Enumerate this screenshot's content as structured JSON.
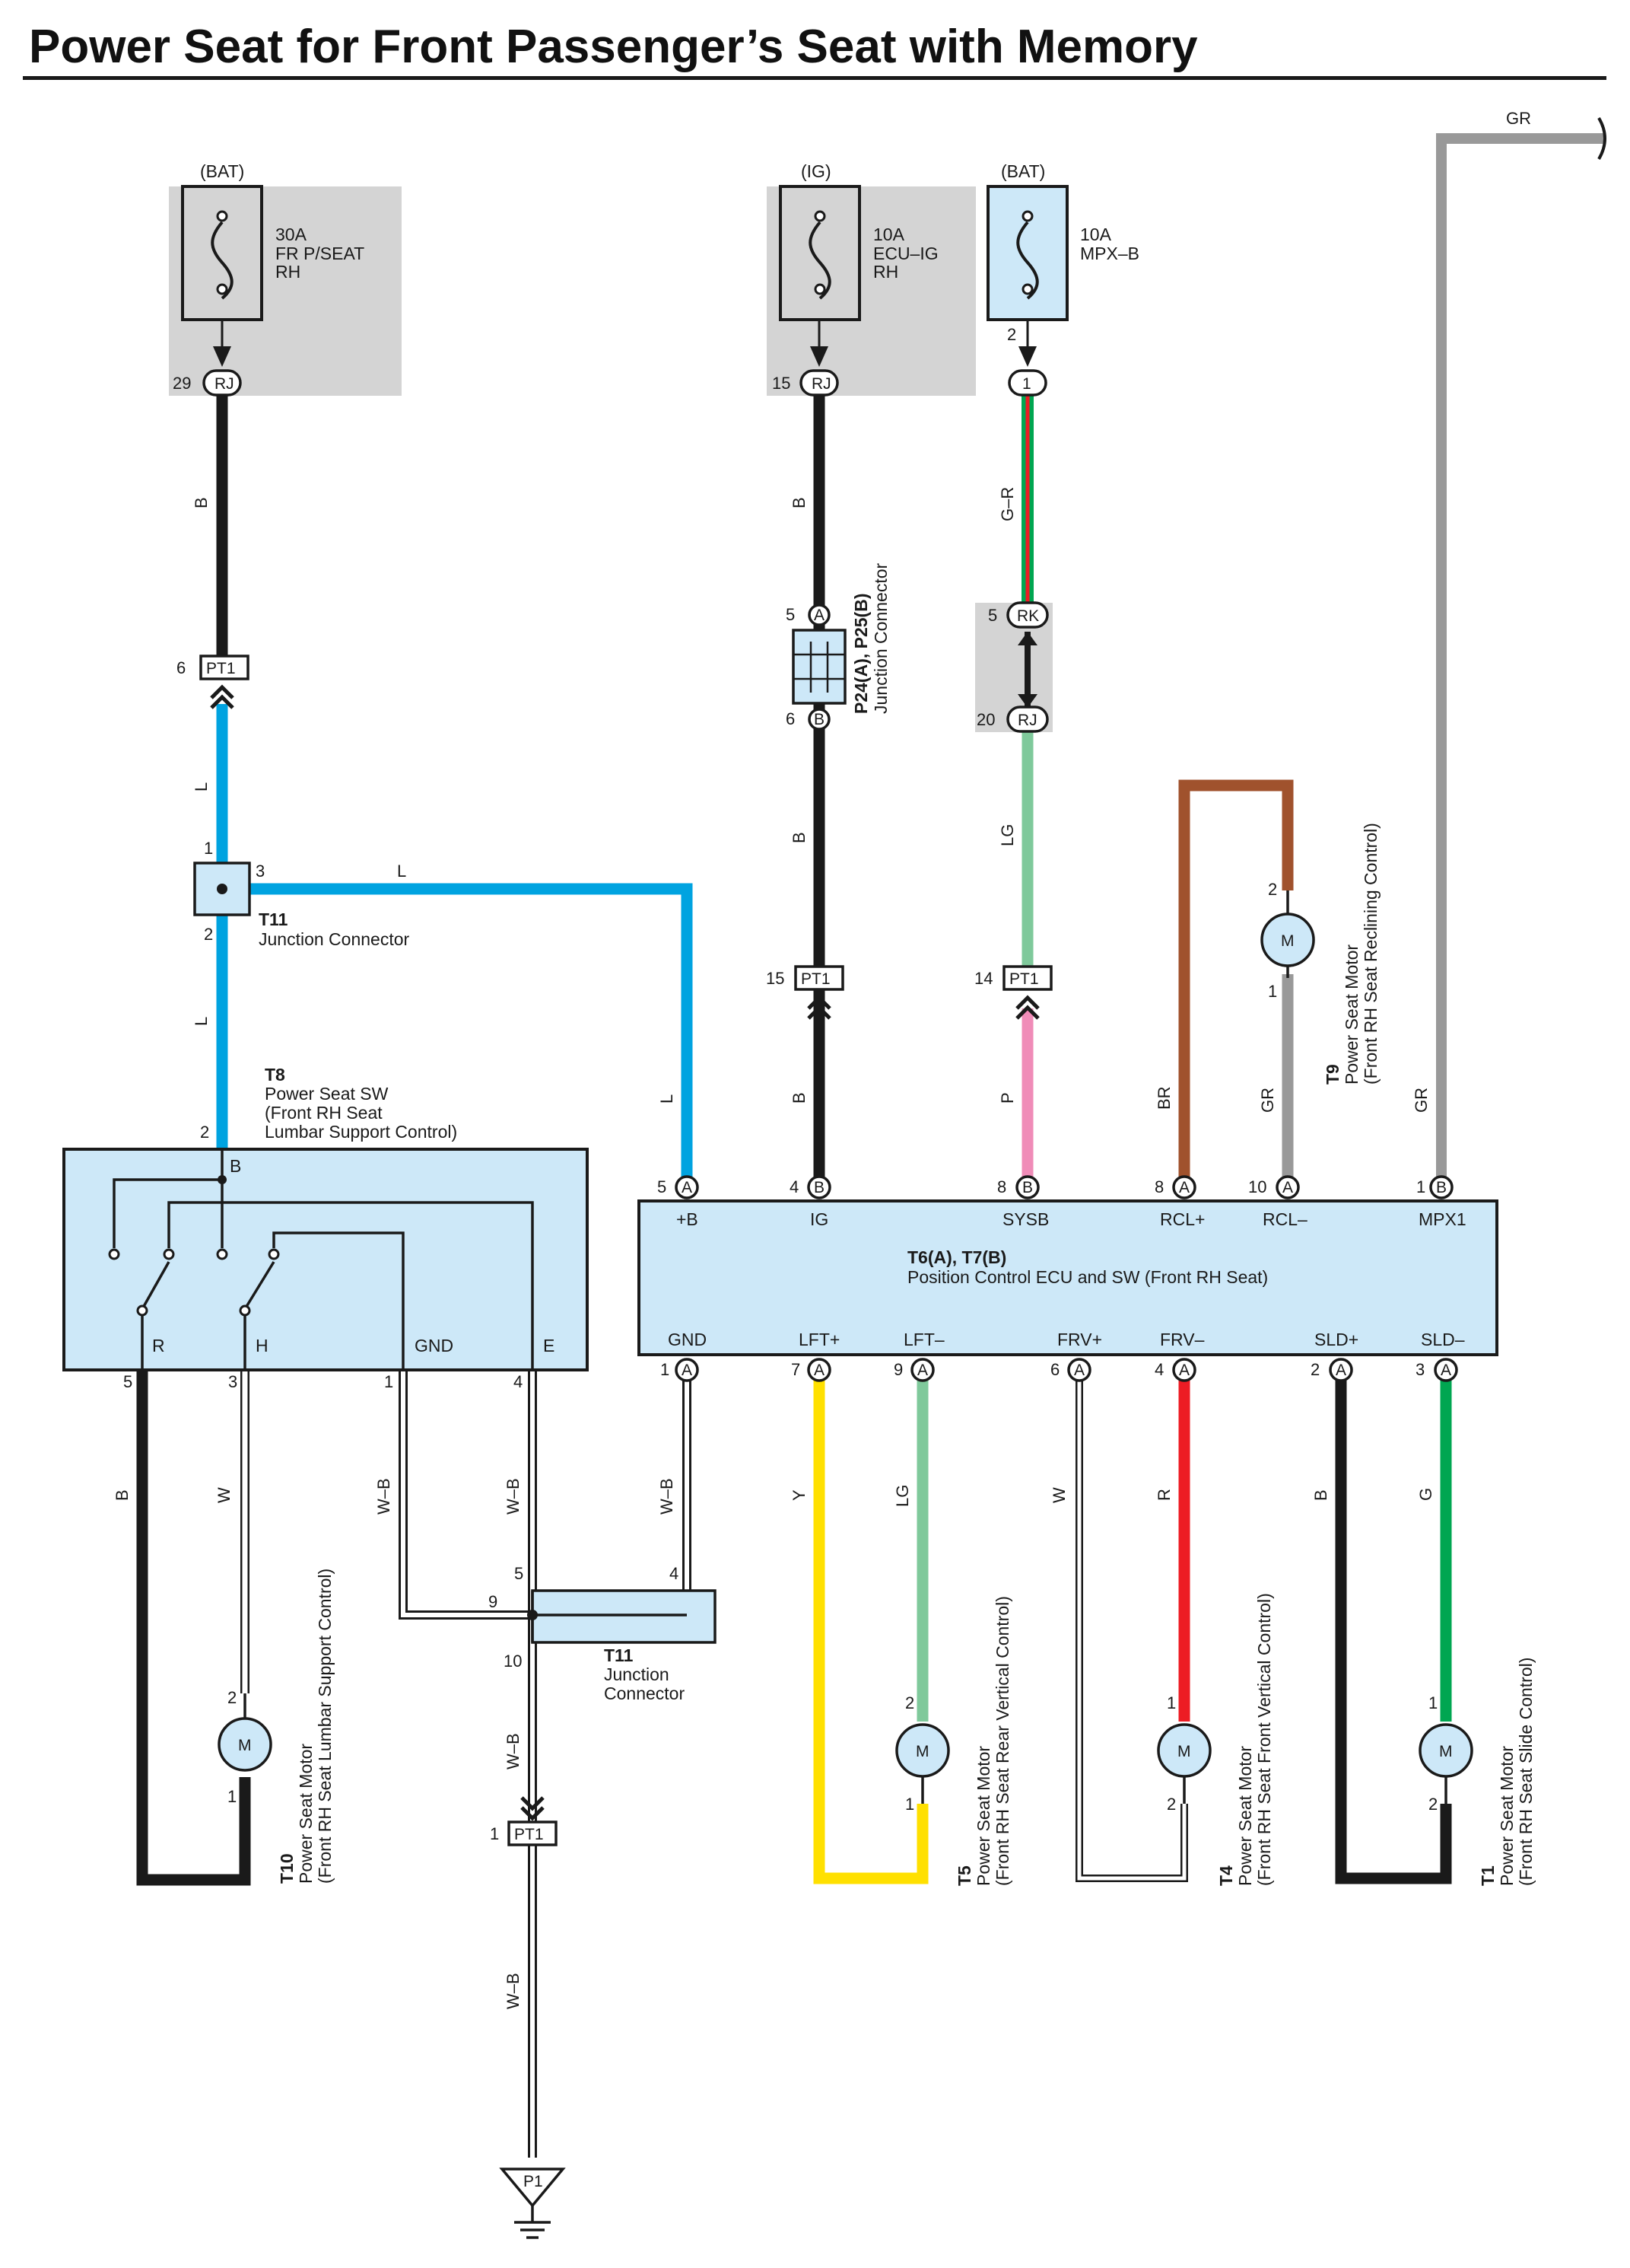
{
  "title": "Power Seat for Front Passenger’s Seat with Memory",
  "colors": {
    "connector_fill": "#cde8f8",
    "shade": "#d4d4d4",
    "wire_B": "#1a1a1a",
    "wire_L": "#00a3e0",
    "wire_GR": "#999999",
    "wire_BR": "#a0522d",
    "wire_G": "#00a651",
    "wire_R": "#ed1c24",
    "wire_Y": "#ffe000",
    "wire_LG": "#7fc99b",
    "wire_P": "#f08cb8",
    "wire_W": "#ffffff"
  },
  "fuses": [
    {
      "source": "(BAT)",
      "rating": "30A",
      "line2": "FR P/SEAT",
      "line3": "RH",
      "pin": "29",
      "connector": "RJ"
    },
    {
      "source": "(IG)",
      "rating": "10A",
      "line2": "ECU–IG",
      "line3": "RH",
      "pin": "15",
      "connector": "RJ"
    },
    {
      "source": "(BAT)",
      "rating": "10A",
      "line2": "MPX–B",
      "line3": "",
      "pin": "2",
      "connector": "1"
    }
  ],
  "connectors": {
    "pt1": "PT1",
    "pin_6": "6",
    "pin_15": "15",
    "pin_14": "14",
    "pin_1": "1",
    "rk": "RK",
    "rj": "RJ",
    "rk_pin": "5",
    "rj_pin": "20",
    "jc_a": "A",
    "jc_b": "B",
    "jc_a_pin": "5",
    "jc_b_pin": "6",
    "p24_name": "P24(A), P25(B)",
    "p24_desc": "Junction Connector",
    "t11_top_id": "T11",
    "t11_top_desc": "Junction Connector",
    "t11_pins": [
      "1",
      "3",
      "2"
    ],
    "t11_bot_id": "T11",
    "t11_bot_desc1": "Junction",
    "t11_bot_desc2": "Connector",
    "t11_bot_pins": [
      "5",
      "4",
      "9",
      "10"
    ],
    "ground": "P1"
  },
  "t8": {
    "id": "T8",
    "name": "Power Seat SW",
    "desc1": "(Front RH Seat",
    "desc2": " Lumbar Support Control)",
    "pin_top": "2",
    "terminal_top": "B",
    "terminals": [
      "R",
      "H",
      "GND",
      "E"
    ],
    "pins": [
      "5",
      "3",
      "1",
      "4"
    ]
  },
  "ecu": {
    "id": "T6(A), T7(B)",
    "name": "Position Control ECU and SW (Front RH Seat)",
    "top": [
      {
        "pin": "5",
        "letter": "A",
        "term": "+B",
        "wire": "L"
      },
      {
        "pin": "4",
        "letter": "B",
        "term": "IG",
        "wire": "B"
      },
      {
        "pin": "8",
        "letter": "B",
        "term": "SYSB",
        "wire": "P"
      },
      {
        "pin": "8",
        "letter": "A",
        "term": "RCL+",
        "wire": "BR"
      },
      {
        "pin": "10",
        "letter": "A",
        "term": "RCL–",
        "wire": "GR"
      },
      {
        "pin": "1",
        "letter": "B",
        "term": "MPX1",
        "wire": "GR"
      }
    ],
    "bottom": [
      {
        "pin": "1",
        "letter": "A",
        "term": "GND",
        "wire": "W–B"
      },
      {
        "pin": "7",
        "letter": "A",
        "term": "LFT+",
        "wire": "Y"
      },
      {
        "pin": "9",
        "letter": "A",
        "term": "LFT–",
        "wire": "LG"
      },
      {
        "pin": "6",
        "letter": "A",
        "term": "FRV+",
        "wire": "W"
      },
      {
        "pin": "4",
        "letter": "A",
        "term": "FRV–",
        "wire": "R"
      },
      {
        "pin": "2",
        "letter": "A",
        "term": "SLD+",
        "wire": "B"
      },
      {
        "pin": "3",
        "letter": "A",
        "term": "SLD–",
        "wire": "G"
      }
    ]
  },
  "motors": [
    {
      "id": "T9",
      "line1": "Power Seat Motor",
      "line2": "(Front RH Seat Reclining Control)",
      "pin_a": "2",
      "pin_b": "1",
      "symbol": "M"
    },
    {
      "id": "T10",
      "line1": "Power Seat Motor",
      "line2": "(Front RH Seat Lumbar Support Control)",
      "pin_a": "2",
      "pin_b": "1",
      "symbol": "M"
    },
    {
      "id": "T5",
      "line1": "Power Seat Motor",
      "line2": "(Front RH Seat Rear Vertical Control)",
      "pin_a": "2",
      "pin_b": "1",
      "symbol": "M"
    },
    {
      "id": "T4",
      "line1": "Power Seat Motor",
      "line2": "(Front RH Seat Front Vertical Control)",
      "pin_a": "1",
      "pin_b": "2",
      "symbol": "M"
    },
    {
      "id": "T1",
      "line1": "Power Seat Motor",
      "line2": "(Front RH Seat Slide Control)",
      "pin_a": "1",
      "pin_b": "2",
      "symbol": "M"
    }
  ],
  "wire_labels": {
    "gr_top": "GR",
    "b_fuse1": "B",
    "l_upper": "L",
    "l_horiz": "L",
    "l_lower": "L",
    "l_ecu": "L",
    "b_ig1": "B",
    "b_ig2": "B",
    "b_ig3": "B",
    "gr_mpx": "G–R",
    "lg_mpx": "LG",
    "p_mpx": "P",
    "br": "BR",
    "gr_rcl": "GR",
    "gr_mpx1": "GR",
    "b_r": "B",
    "w_h": "W",
    "wb_gnd": "W–B",
    "wb_e": "W–B",
    "wb_ecu": "W–B",
    "wb_down": "W–B",
    "wb_ground": "W–B",
    "y": "Y",
    "lg": "LG",
    "w_frv": "W",
    "r": "R",
    "b_sld": "B",
    "g": "G"
  }
}
